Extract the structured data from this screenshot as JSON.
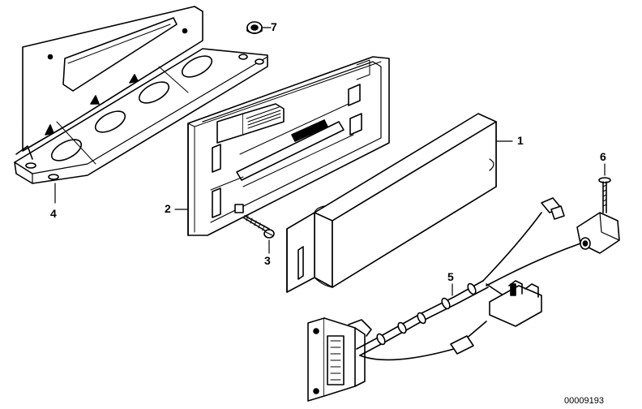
{
  "callouts": {
    "c1": "1",
    "c2": "2",
    "c3": "3",
    "c4": "4",
    "c5": "5",
    "c6": "6",
    "c7": "7"
  },
  "document_id": "00009193"
}
